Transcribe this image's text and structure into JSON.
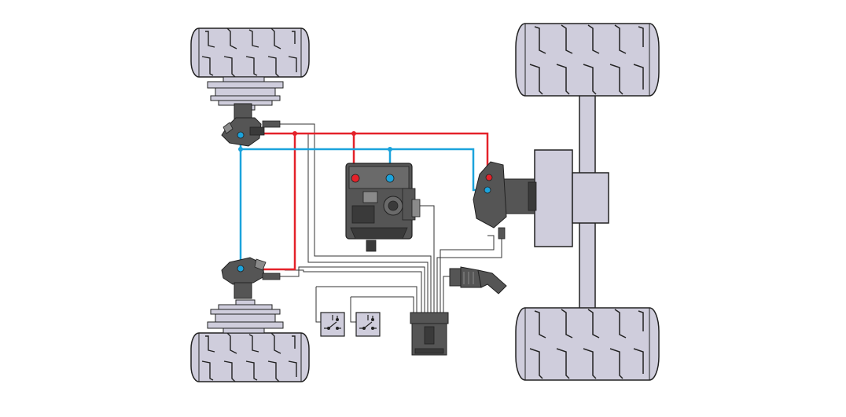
{
  "diagram": {
    "title": "",
    "colors": {
      "background": "#ffffff",
      "tire_fill": "#cfcddc",
      "component_fill": "#555555",
      "component_dark": "#3a3a3a",
      "component_light": "#8a8a8a",
      "outline": "#222222",
      "pressure_line": "#e4222a",
      "return_line": "#1ba3dc",
      "signal_line": "#333333"
    },
    "components": [
      {
        "id": "front-left-wheel",
        "icon": "tire-icon"
      },
      {
        "id": "rear-left-wheel",
        "icon": "tire-icon"
      },
      {
        "id": "front-right-wheel",
        "icon": "tire-icon"
      },
      {
        "id": "rear-right-wheel",
        "icon": "tire-icon"
      },
      {
        "id": "front-wheel-motor",
        "icon": "hydraulic-motor-icon"
      },
      {
        "id": "rear-wheel-motor",
        "icon": "hydraulic-motor-icon"
      },
      {
        "id": "axial-piston-pump",
        "icon": "pump-icon"
      },
      {
        "id": "axle-drive-motor",
        "icon": "hydraulic-motor-icon"
      },
      {
        "id": "control-unit",
        "icon": "ecu-icon"
      },
      {
        "id": "drive-pedal",
        "icon": "pedal-icon"
      },
      {
        "id": "switch-1",
        "icon": "switch-icon"
      },
      {
        "id": "switch-2",
        "icon": "switch-icon"
      }
    ]
  }
}
